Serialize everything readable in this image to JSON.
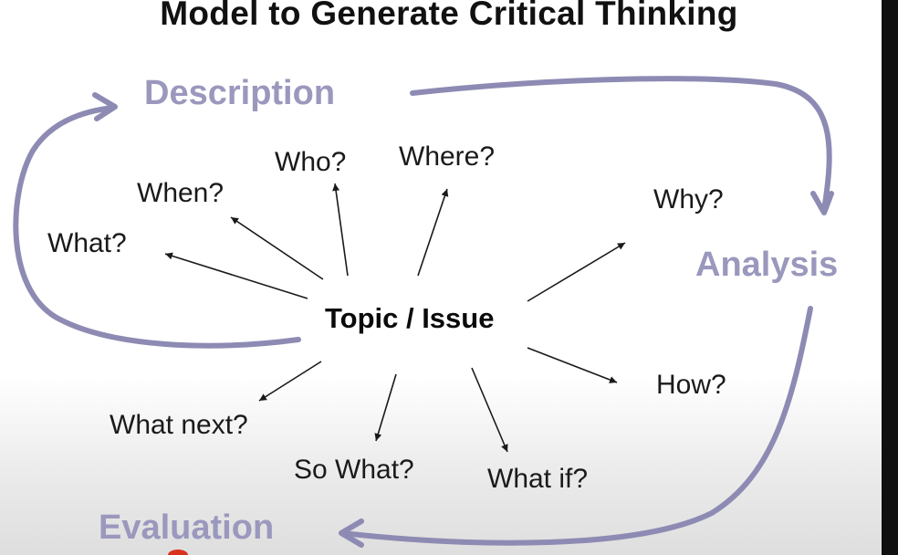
{
  "title": "Model to Generate Critical Thinking",
  "center": "Topic / Issue",
  "stages": {
    "description": "Description",
    "analysis": "Analysis",
    "evaluation": "Evaluation"
  },
  "questions": {
    "what": "What?",
    "when": "When?",
    "who": "Who?",
    "where": "Where?",
    "why": "Why?",
    "how": "How?",
    "what_if": "What if?",
    "so_what": "So What?",
    "what_next": "What next?"
  },
  "colors": {
    "stage_text": "#9a98bd",
    "cycle_arrow": "#8d8bb3",
    "spoke_arrow": "#1a1a1a"
  }
}
